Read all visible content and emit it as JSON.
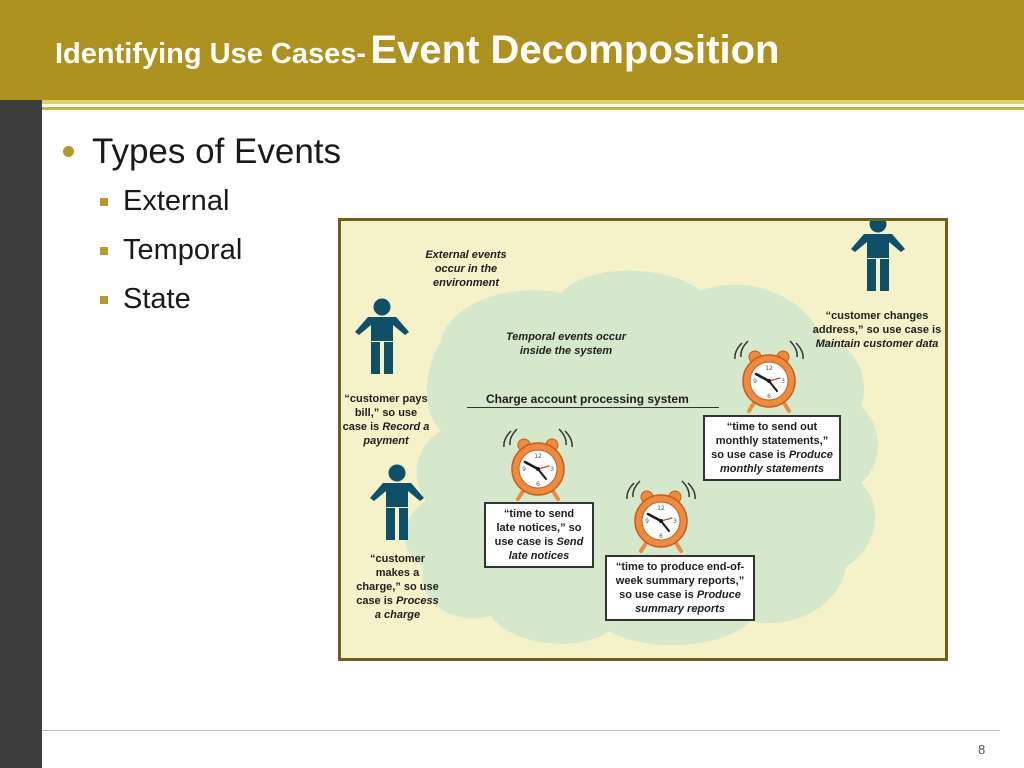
{
  "slide": {
    "title_part1": "Identifying Use Cases-",
    "title_part2": "Event Decomposition",
    "bullet": "Types of Events",
    "sub_bullets": [
      "External",
      "Temporal",
      "State"
    ],
    "page_number": "8"
  },
  "diagram": {
    "external_label": [
      "External events",
      "occur in the",
      "environment"
    ],
    "temporal_label": [
      "Temporal events occur",
      "inside the system"
    ],
    "system_label": "Charge account processing system",
    "customer_pays": [
      "“customer pays",
      "bill,” so use",
      "case is ",
      "Record a",
      "payment"
    ],
    "customer_charge": [
      "“customer",
      "makes a",
      "charge,” so use",
      "case is ",
      "Process",
      "a charge"
    ],
    "customer_address": [
      "“customer changes",
      "address,” so use case is",
      "Maintain customer data"
    ],
    "late_notices": [
      "“time to send",
      "late notices,” so",
      "use case is ",
      "Send",
      "late notices"
    ],
    "monthly": [
      "“time to send out",
      "monthly statements,”",
      "so use case is ",
      "Produce",
      "monthly statements"
    ],
    "weekly": [
      "“time to produce end-of-",
      "week summary reports,”",
      "so use case is  ",
      "Produce",
      "summary reports"
    ],
    "colors": {
      "cloud": "#d5e8cb",
      "person": "#0f4f68",
      "clock": "#ef8a43",
      "header": "#ad9220"
    }
  }
}
